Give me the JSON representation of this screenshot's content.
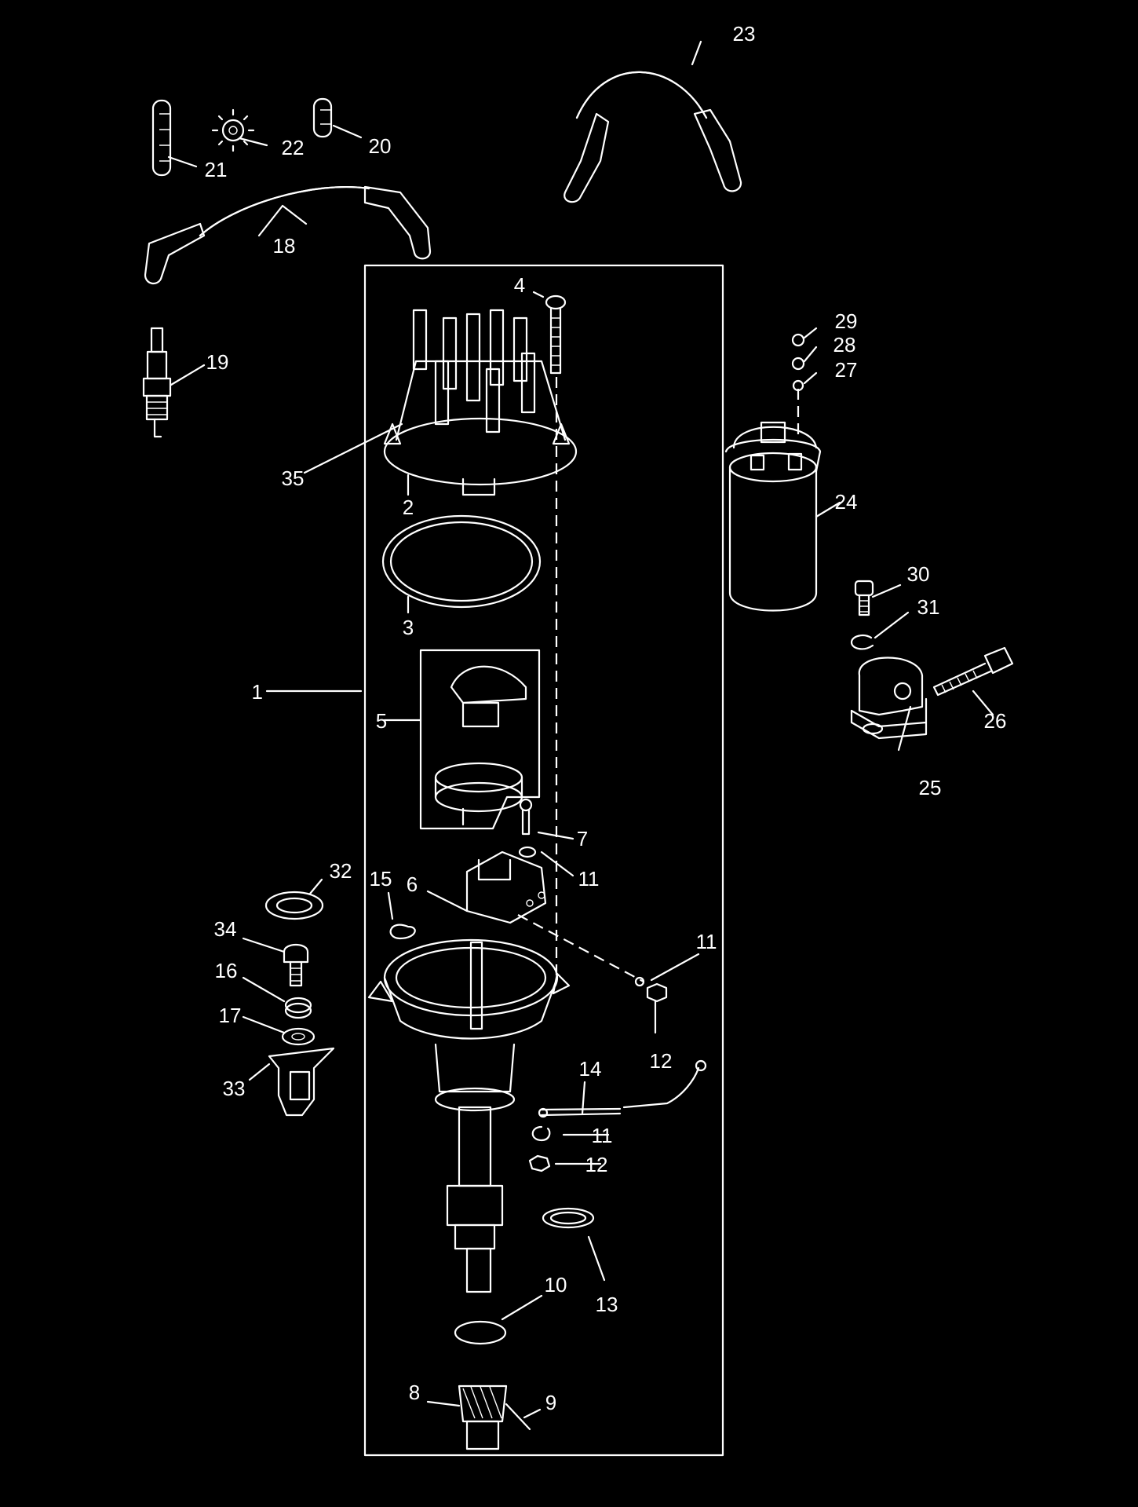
{
  "diagram": {
    "type": "exploded-parts-view",
    "callouts": [
      {
        "id": "c1",
        "label": "1"
      },
      {
        "id": "c2",
        "label": "2"
      },
      {
        "id": "c3",
        "label": "3"
      },
      {
        "id": "c4",
        "label": "4"
      },
      {
        "id": "c5",
        "label": "5"
      },
      {
        "id": "c6",
        "label": "6"
      },
      {
        "id": "c7",
        "label": "7"
      },
      {
        "id": "c8",
        "label": "8"
      },
      {
        "id": "c9",
        "label": "9"
      },
      {
        "id": "c10",
        "label": "10"
      },
      {
        "id": "c11a",
        "label": "11"
      },
      {
        "id": "c11b",
        "label": "11"
      },
      {
        "id": "c11c",
        "label": "11"
      },
      {
        "id": "c12a",
        "label": "12"
      },
      {
        "id": "c12b",
        "label": "12"
      },
      {
        "id": "c13",
        "label": "13"
      },
      {
        "id": "c14",
        "label": "14"
      },
      {
        "id": "c15",
        "label": "15"
      },
      {
        "id": "c16",
        "label": "16"
      },
      {
        "id": "c17",
        "label": "17"
      },
      {
        "id": "c18",
        "label": "18"
      },
      {
        "id": "c19",
        "label": "19"
      },
      {
        "id": "c20",
        "label": "20"
      },
      {
        "id": "c21",
        "label": "21"
      },
      {
        "id": "c22",
        "label": "22"
      },
      {
        "id": "c23",
        "label": "23"
      },
      {
        "id": "c24",
        "label": "24"
      },
      {
        "id": "c25",
        "label": "25"
      },
      {
        "id": "c26",
        "label": "26"
      },
      {
        "id": "c27",
        "label": "27"
      },
      {
        "id": "c28",
        "label": "28"
      },
      {
        "id": "c29",
        "label": "29"
      },
      {
        "id": "c30",
        "label": "30"
      },
      {
        "id": "c31",
        "label": "31"
      },
      {
        "id": "c32",
        "label": "32"
      },
      {
        "id": "c33",
        "label": "33"
      },
      {
        "id": "c34",
        "label": "34"
      },
      {
        "id": "c35",
        "label": "35"
      }
    ],
    "colors": {
      "background": "#000000",
      "linework": "#ffffff"
    }
  }
}
